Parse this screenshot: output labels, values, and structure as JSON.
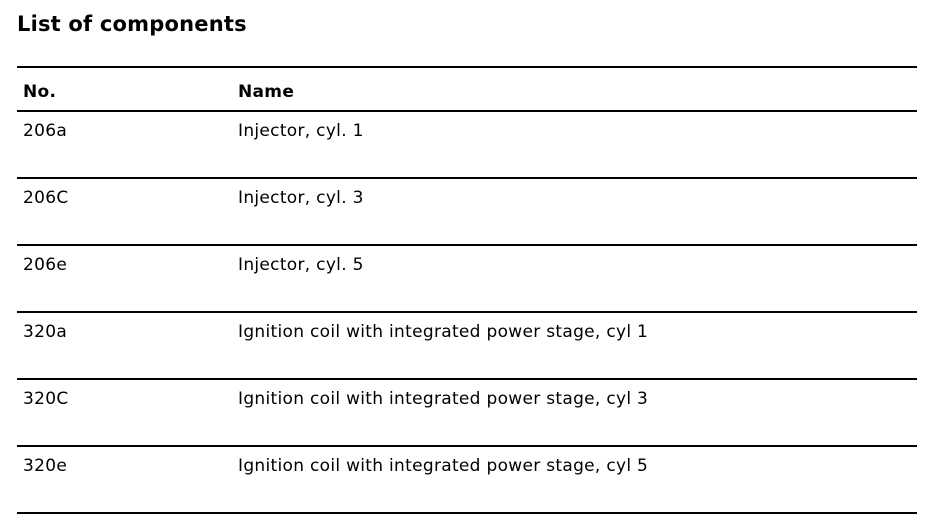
{
  "title": "List of components",
  "table": {
    "headers": {
      "no": "No.",
      "name": "Name"
    },
    "rows": [
      {
        "no": "206a",
        "name": "Injector, cyl. 1"
      },
      {
        "no": "206C",
        "name": "Injector, cyl. 3"
      },
      {
        "no": "206e",
        "name": "Injector, cyl. 5"
      },
      {
        "no": "320a",
        "name": "Ignition coil with integrated power stage, cyl 1"
      },
      {
        "no": "320C",
        "name": "Ignition coil with integrated power stage, cyl 3"
      },
      {
        "no": "320e",
        "name": "Ignition coil with integrated power stage, cyl 5"
      }
    ]
  }
}
